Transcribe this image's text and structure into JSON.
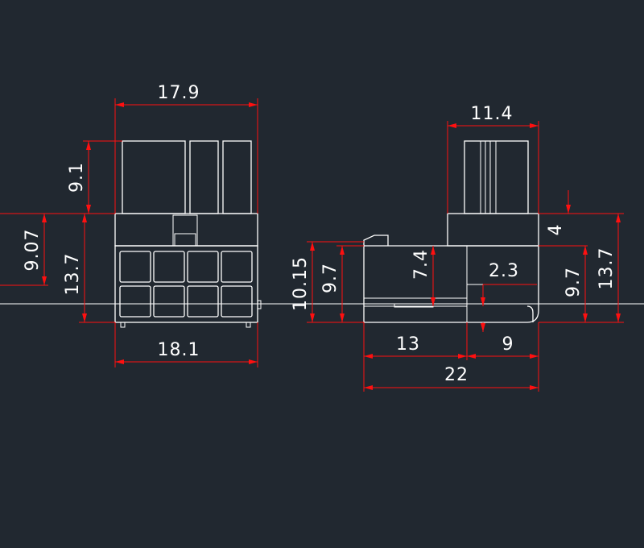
{
  "colors": {
    "background": "#212830",
    "outline": "#ffffff",
    "dimension": "#ff1010"
  },
  "front_view": {
    "top_width": "17.9",
    "bottom_width": "18.1",
    "latch_height": "9.1",
    "body_height": "13.7",
    "pin_height": "9.07"
  },
  "side_view": {
    "latch_width": "11.4",
    "step_height": "4",
    "right_height_outer": "13.7",
    "right_height_inner": "9.7",
    "terminal_offset": "2.3",
    "cavity_height": "7.4",
    "left_height_inner": "9.7",
    "left_height_outer": "10.15",
    "length_front": "13",
    "length_rear": "9",
    "total_length": "22"
  }
}
